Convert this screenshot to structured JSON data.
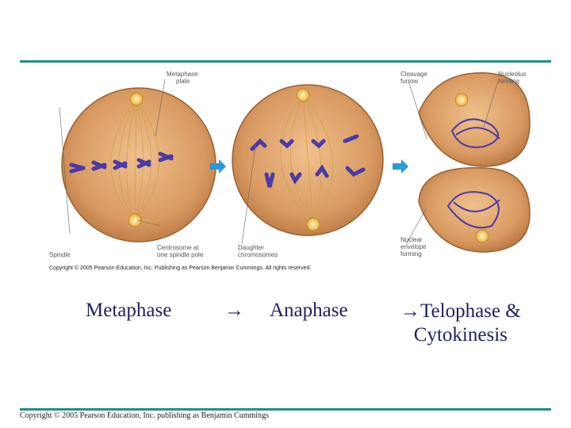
{
  "labels": {
    "metaphase_plate": [
      "Metaphase",
      "plate"
    ],
    "cleavage_furrow": [
      "Cleavage",
      "furrow"
    ],
    "nucleolus_forming": [
      "Nucleolus",
      "forming"
    ],
    "centrosome": [
      "Centrosome at",
      "one spindle pole"
    ],
    "daughter_chromosomes": [
      "Daughter",
      "chromosomes"
    ],
    "spindle": "Spindle",
    "nuclear_envelope": [
      "Nuclear",
      "envelope",
      "forming"
    ],
    "figure_copyright": "Copyright © 2005 Pearson Education, Inc. Publishing as Pearson Benjamin Cummings. All rights reserved."
  },
  "captions": {
    "metaphase": "Metaphase",
    "arrow": "→",
    "anaphase": "Anaphase",
    "telophase_line1": "→Telophase &",
    "telophase_line2": "Cytokinesis"
  },
  "footer": {
    "copyright": "Copyright © 2005 Pearson Education, Inc. publishing as Benjamin Cummings"
  },
  "colors": {
    "accent_rule": "#1f8f8a",
    "cell_fill": "#d99a62",
    "chromosome": "#4a3aa8",
    "arrow": "#2a9ad8",
    "caption_text": "#1f1f66"
  }
}
